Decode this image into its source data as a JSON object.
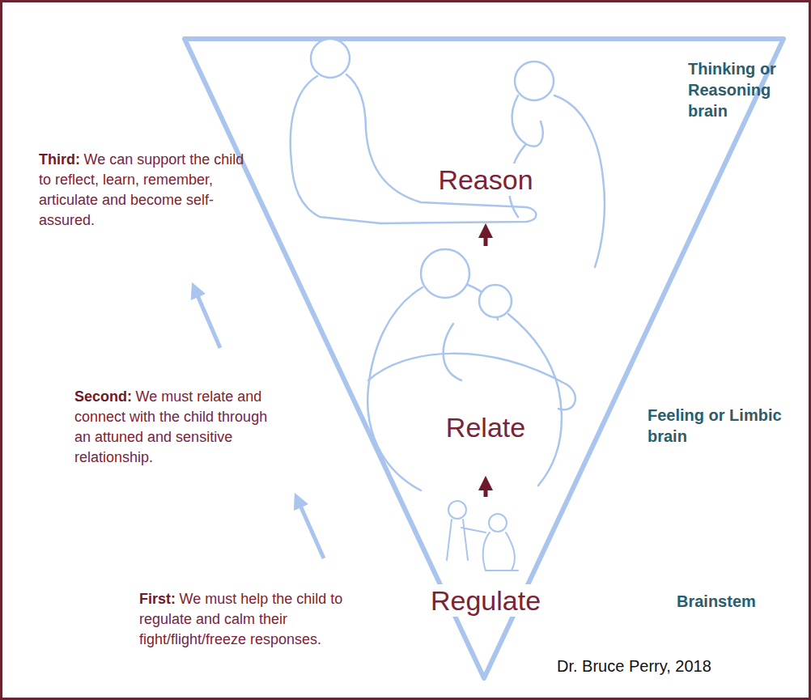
{
  "diagram": {
    "nodes": [
      {
        "text": [
          "Reason"
        ]
      },
      {
        "text": [
          "Relate"
        ]
      },
      {
        "text": [
          "Regulate"
        ]
      }
    ],
    "edges": [
      {
        "from": 2,
        "to": 1,
        "arrow": "to"
      },
      {
        "from": 1,
        "to": 0,
        "arrow": "to"
      }
    ],
    "labels": [
      "Third:",
      "We can support the child to reflect, learn, remember, articulate and become self-assured.",
      "Second:",
      "We must relate and connect with the child through an attuned and sensitive relationship.",
      "First:",
      "We must help the child to regulate and calm their fight/flight/freeze responses.",
      "Thinking or Reasoning brain",
      "Feeling or Limbic brain",
      "Brainstem",
      "Dr. Bruce Perry, 2018"
    ]
  }
}
